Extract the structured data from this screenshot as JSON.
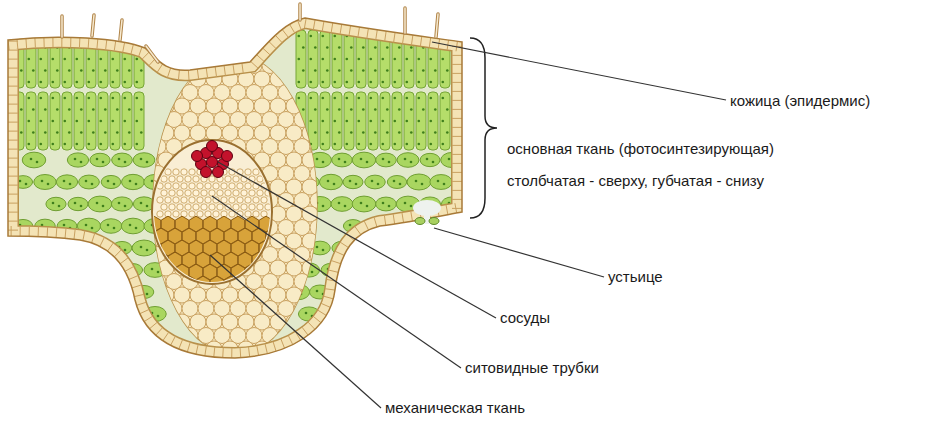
{
  "diagram": {
    "labels": [
      "кожица (эпидермис)",
      "основная ткань (фотосинтезирующая)",
      "столбчатая - сверху, губчатая - снизу",
      "устьице",
      "сосуды",
      "ситовидные трубки",
      "механическая ткань"
    ]
  }
}
